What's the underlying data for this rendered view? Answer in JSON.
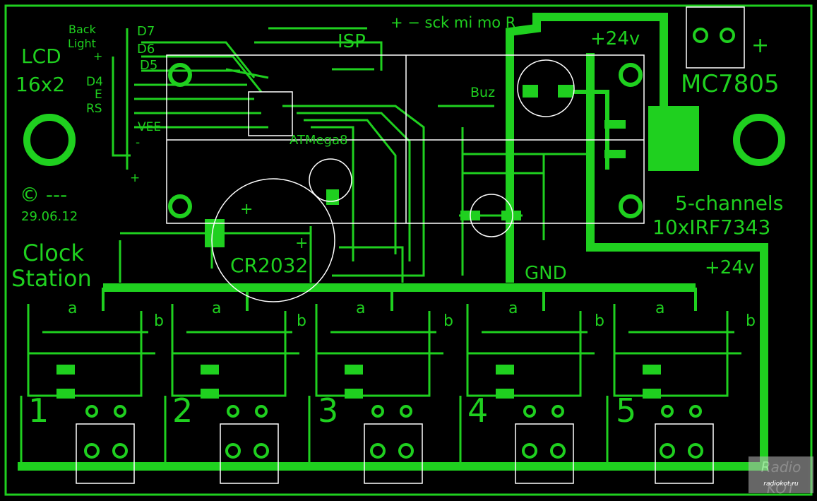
{
  "board": {
    "title_line1": "LCD",
    "title_line2": "16x2",
    "copyright": "© ---",
    "date": "29.06.12",
    "name_line1": "Clock",
    "name_line2": "Station"
  },
  "lcd_pins": {
    "back": "Back",
    "light": "Light",
    "plus": "+",
    "d7": "D7",
    "d6": "D6",
    "d5": "D5",
    "d4": "D4",
    "e": "E",
    "rs": "RS",
    "vee": "VEE",
    "minus": "-",
    "plus_bottom": "+"
  },
  "isp": {
    "label": "ISP",
    "signals": "+ − sck mi mo R"
  },
  "components": {
    "mcu": "ATMega8",
    "buzzer": "Buz",
    "battery": "CR2032",
    "battery_plus": "+",
    "cap_plus": "+",
    "regulator": "MC7805",
    "regulator_plus": "+"
  },
  "power": {
    "gnd": "GND",
    "v24_top": "+24v",
    "v24_right": "+24v"
  },
  "spec": {
    "channels": "5-channels",
    "mosfets": "10xIRF7343"
  },
  "channels": [
    {
      "number": "1",
      "a": "a",
      "b": "b"
    },
    {
      "number": "2",
      "a": "a",
      "b": "b"
    },
    {
      "number": "3",
      "a": "a",
      "b": "b"
    },
    {
      "number": "4",
      "a": "a",
      "b": "b"
    },
    {
      "number": "5",
      "a": "a",
      "b": "b"
    }
  ],
  "watermark": {
    "text": "Radio KOT",
    "url": "radiokot.ru"
  },
  "colors": {
    "copper": "#1fd01f",
    "silkscreen": "#ffffff",
    "background": "#000000"
  }
}
